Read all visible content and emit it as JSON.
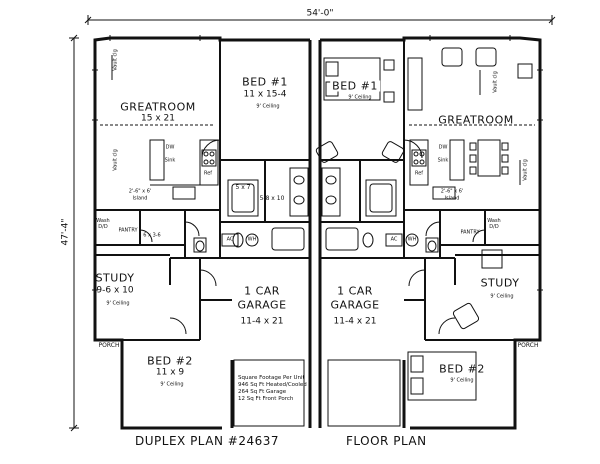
{
  "dimensions": {
    "overall_width": "54'-0\"",
    "overall_depth": "47'-4\""
  },
  "left_unit": {
    "greatroom": {
      "name": "GREATROOM",
      "size": "15 x 21"
    },
    "bed1": {
      "name": "BED #1",
      "size": "11 x 15-4",
      "ceiling": "9' Ceiling"
    },
    "bath": {
      "size": "5 x 7"
    },
    "closet": {
      "size": "5-8 x 10"
    },
    "study": {
      "name": "STUDY",
      "size": "9-6 x 10",
      "ceiling": "9' Ceiling"
    },
    "garage": {
      "line1": "1 CAR",
      "line2": "GARAGE",
      "size": "11-4 x 21"
    },
    "bed2": {
      "name": "BED #2",
      "size": "11 x 9",
      "ceiling": "9' Ceiling"
    },
    "kitchen": {
      "dw": "DW",
      "sink": "Sink",
      "ref": "Ref",
      "island": "2'-6\" x 6'",
      "island_word": "Island"
    },
    "vault1": "Vault clg",
    "vault2": "Vault clg",
    "pantry": {
      "name": "PANTRY",
      "size": "6 x 3-6"
    },
    "wash": "Wash\nD/D",
    "ac": "AC",
    "wh": "WH",
    "porch": "PORCH"
  },
  "right_unit": {
    "greatroom": {
      "name": "GREATROOM"
    },
    "bed1": {
      "name": "BED #1",
      "ceiling": "9' Ceiling"
    },
    "study": {
      "name": "STUDY",
      "ceiling": "9' Ceiling"
    },
    "garage": {
      "line1": "1 CAR",
      "line2": "GARAGE",
      "size": "11-4 x 21"
    },
    "bed2": {
      "name": "BED #2",
      "ceiling": "9' Ceiling"
    },
    "kitchen": {
      "dw": "DW",
      "sink": "Sink",
      "ref": "Ref",
      "island": "2'-6\" x 6'",
      "island_word": "Island"
    },
    "vault1": "Vault clg",
    "vault2": "Vault clg",
    "pantry": {
      "name": "PANTRY"
    },
    "wash": "Wash\nD/D",
    "ac": "AC",
    "wh": "WH",
    "porch": "PORCH"
  },
  "info": {
    "title": "Square Footage Per Unit",
    "lines": [
      "946 Sq Ft Heated/Cooled",
      "264 Sq Ft Garage",
      "12 Sq Ft Front Porch"
    ]
  },
  "caption": {
    "left": "DUPLEX PLAN #24637",
    "right": "FLOOR PLAN"
  }
}
